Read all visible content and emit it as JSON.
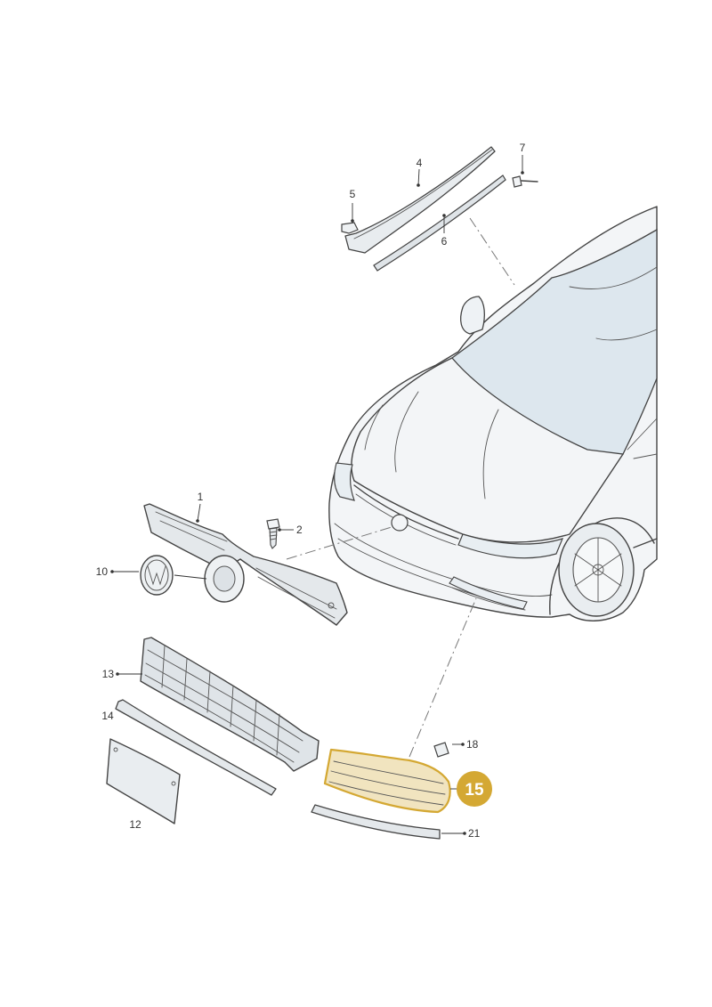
{
  "diagram": {
    "highlight_color": "#d4a833",
    "highlight_text_color": "#ffffff",
    "highlight_label": "15",
    "labels": {
      "p1": "1",
      "p2": "2",
      "p4": "4",
      "p5": "5",
      "p6": "6",
      "p7": "7",
      "p10": "10",
      "p12": "12",
      "p13": "13",
      "p14": "14",
      "p18": "18",
      "p21": "21"
    }
  }
}
